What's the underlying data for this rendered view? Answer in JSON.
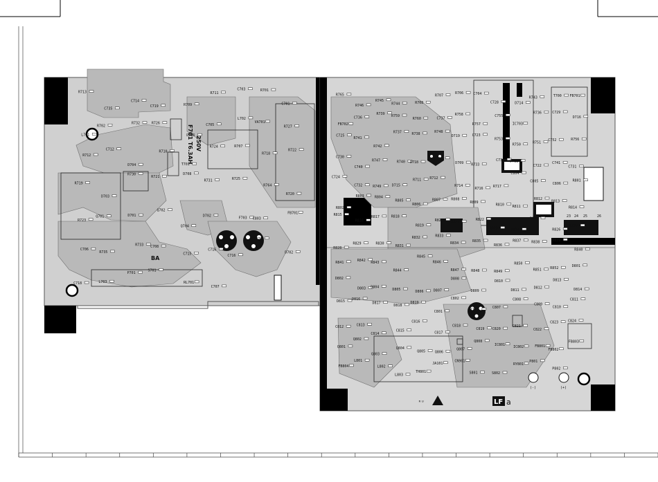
{
  "left_board": {
    "fuse_text": [
      "F701 T6.3AH",
      "250V"
    ],
    "labels": [
      "R713",
      "C735",
      "C714",
      "C719",
      "R709",
      "R711",
      "C703",
      "R701",
      "C701",
      "L701",
      "R702",
      "R732",
      "R726",
      "D706",
      "C705",
      "L702",
      "VA701",
      "R727",
      "R712",
      "C712",
      "D704",
      "R710",
      "T701",
      "R724",
      "R707",
      "R718",
      "R722",
      "R719",
      "D703",
      "R730",
      "R721",
      "D708",
      "R731",
      "R725",
      "R764",
      "R720",
      "R723",
      "Q701",
      "D701",
      "Q702",
      "Q704",
      "D702",
      "F703",
      "C803",
      "FB701",
      "C706",
      "R735",
      "R733",
      "C708",
      "C715",
      "C716",
      "C716",
      "RY701",
      "D702",
      "C718",
      "L703",
      "P701",
      "S701",
      "RL701",
      "C707"
    ],
    "silk_ba": "BA"
  },
  "right_board": {
    "labels": [
      "R765",
      "R746",
      "R745",
      "R744",
      "R708",
      "R707",
      "R706",
      "C704",
      "C728",
      "D714",
      "R743",
      "T700",
      "FB701",
      "FB702",
      "C736",
      "R739",
      "R759",
      "R760",
      "C737",
      "R758",
      "R757",
      "C755",
      "IC703",
      "R736",
      "C729",
      "D716",
      "C725",
      "R741",
      "R742",
      "R737",
      "R738",
      "R748",
      "D719",
      "C723",
      "R753",
      "R750",
      "R751",
      "C752",
      "R756",
      "C730",
      "C740",
      "R747",
      "R740",
      "D718",
      "C721",
      "D709",
      "R733",
      "C739",
      "D711",
      "C722",
      "C741",
      "C731",
      "C724",
      "C732",
      "R749",
      "D715",
      "R711",
      "R712",
      "R714",
      "R716",
      "R717",
      "C804",
      "C805",
      "C806",
      "R801",
      "R802",
      "R803",
      "R804",
      "R805",
      "R806",
      "R807",
      "R808",
      "R809",
      "R810",
      "R811",
      "R812",
      "R813",
      "R814",
      "R815",
      "R816",
      "R817",
      "R818",
      "R819",
      "R820",
      "R821",
      "R822",
      "R823",
      "R824",
      "R825",
      "R826",
      "R827",
      "R828",
      "R829",
      "R830",
      "R831",
      "R832",
      "R833",
      "R834",
      "R835",
      "R836",
      "R837",
      "R838",
      "R839",
      "R840",
      "R841",
      "R842",
      "R843",
      "R844",
      "R845",
      "R846",
      "R847",
      "R848",
      "R849",
      "R850",
      "R851",
      "R852",
      "D801",
      "D802",
      "D803",
      "D804",
      "D805",
      "D806",
      "D807",
      "D808",
      "D809",
      "D810",
      "D811",
      "D812",
      "D813",
      "D814",
      "D815",
      "D816",
      "D817",
      "D818",
      "D819",
      "C801",
      "C802",
      "C803",
      "C807",
      "C808",
      "C809",
      "C810",
      "C811",
      "C812",
      "C813",
      "C814",
      "C815",
      "C816",
      "C817",
      "C818",
      "C819",
      "C820",
      "C821",
      "C822",
      "C823",
      "C824",
      "Q801",
      "Q802",
      "Q803",
      "Q804",
      "Q805",
      "Q806",
      "Q807",
      "Q808",
      "IC801",
      "IC802",
      "FB801",
      "FB802",
      "FB803",
      "FB804",
      "L801",
      "L802",
      "L803",
      "TH801",
      "JA101",
      "CN901",
      "S801",
      "S802",
      "RY801",
      "P801",
      "P802"
    ],
    "connector_pins": [
      "23",
      "24",
      "25",
      "26"
    ],
    "cn_plus": "(+)",
    "cn_minus": "(-)",
    "ul_mark": "ᴿᵁ",
    "lf_mark": "LF",
    "lf_suffix": "a"
  },
  "frame": {
    "bottom_ruler_cells": 19
  }
}
